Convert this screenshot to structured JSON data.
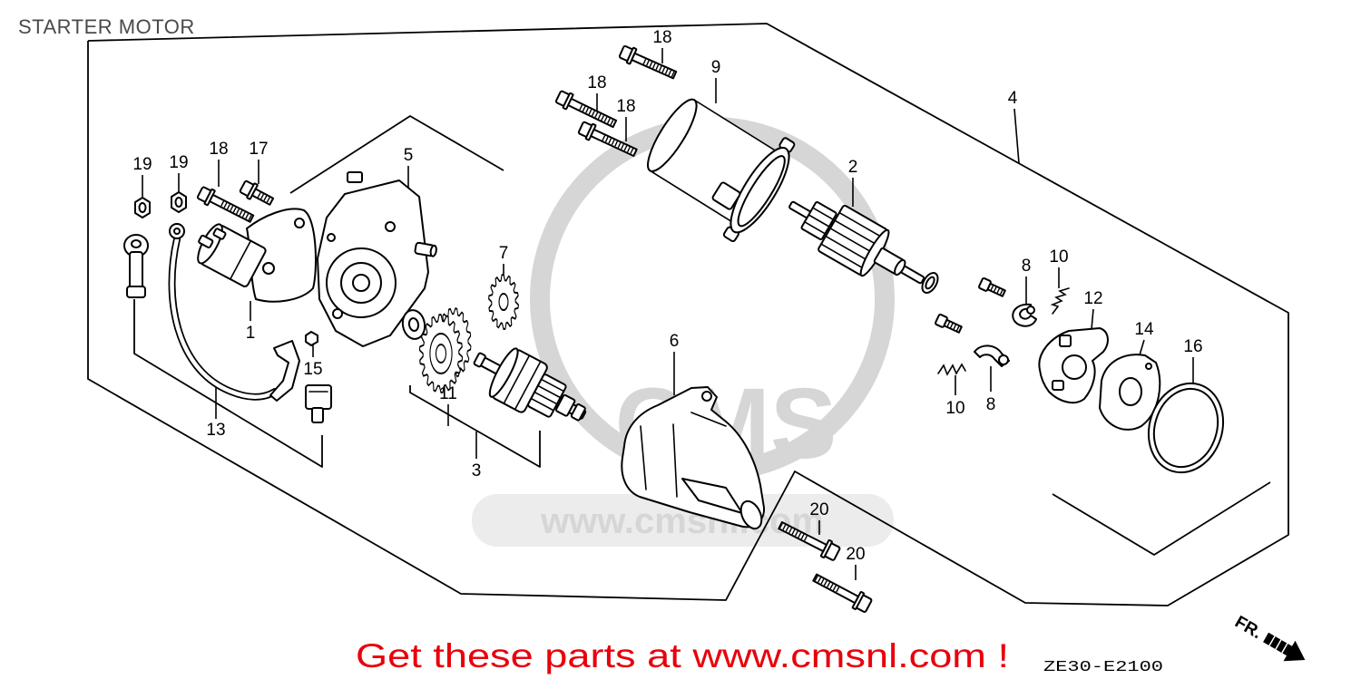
{
  "title": "STARTER MOTOR",
  "callouts": [
    "19",
    "19",
    "18",
    "17",
    "5",
    "1",
    "15",
    "13",
    "7",
    "11",
    "3",
    "6",
    "18",
    "18",
    "18",
    "9",
    "4",
    "2",
    "8",
    "10",
    "12",
    "14",
    "16",
    "10",
    "8",
    "20",
    "20"
  ],
  "footer": {
    "promo": "Get these parts at www.cmsnl.com !",
    "diagram_code": "ZE30-E2100",
    "front_marker": "FR."
  },
  "watermark": {
    "logo": "CMS",
    "url": "www.cmsnl.com"
  },
  "colors": {
    "line": "#000000",
    "title": "#4a4a4a",
    "promo": "#e8000b",
    "watermark": "#d6d6d6",
    "watermark_band": "#ececec"
  },
  "icons": {
    "front_arrow": "arrow-right-icon"
  }
}
